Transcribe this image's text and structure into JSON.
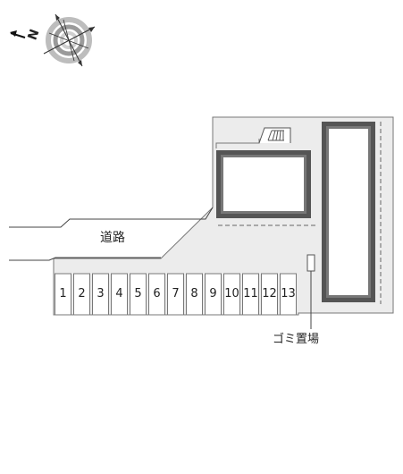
{
  "compass": {
    "north_letter": "N",
    "icon": "compass-rose-icon"
  },
  "labels": {
    "road": "道路",
    "garbage": "ゴミ置場"
  },
  "parking": {
    "spaces": [
      "1",
      "2",
      "3",
      "4",
      "5",
      "6",
      "7",
      "8",
      "9",
      "10",
      "11",
      "12",
      "13"
    ]
  },
  "icons": {
    "stairs": "stairs-icon"
  },
  "colors": {
    "lot": "#ececec",
    "outline": "#777777",
    "building": "#555555",
    "road_line": "#444444"
  }
}
